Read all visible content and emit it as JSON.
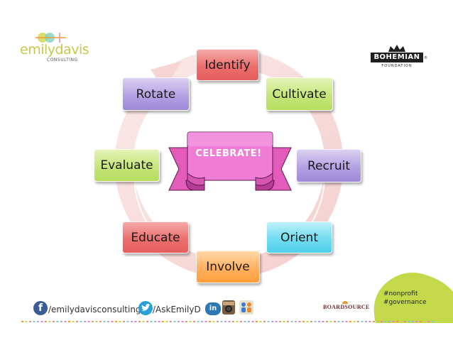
{
  "diagram": {
    "center_label": "CELEBRATE!",
    "steps": [
      {
        "label": "Identify",
        "color": "#ec6f6d"
      },
      {
        "label": "Cultivate",
        "color": "#c6e67a"
      },
      {
        "label": "Recruit",
        "color": "#b3a1e2"
      },
      {
        "label": "Orient",
        "color": "#71dbef"
      },
      {
        "label": "Involve",
        "color": "#ffb061"
      },
      {
        "label": "Educate",
        "color": "#ec6f6d"
      },
      {
        "label": "Evaluate",
        "color": "#c6e67a"
      },
      {
        "label": "Rotate",
        "color": "#b3a1e2"
      }
    ],
    "cycle_arrow_color": "#f6d6d6",
    "banner_color": "#ef7cd5"
  },
  "logos": {
    "emily_davis": {
      "name": "emilydavis",
      "sub": "CONSULTING"
    },
    "bohemian": {
      "name": "BOHEMIAN",
      "reg": "®",
      "sub": "FOUNDATION"
    },
    "boardsource": {
      "name": "BOARDSOURCE"
    }
  },
  "footer": {
    "facebook_handle": "/emilydavisconsulting",
    "twitter_handle": "/AskEmilyD",
    "hashtags": [
      "#nonprofit",
      "#governance"
    ],
    "social_icons": [
      "facebook-icon",
      "twitter-icon",
      "linkedin-icon",
      "instagram-icon",
      "people-icon"
    ],
    "accent_color": "#c3d94a"
  }
}
